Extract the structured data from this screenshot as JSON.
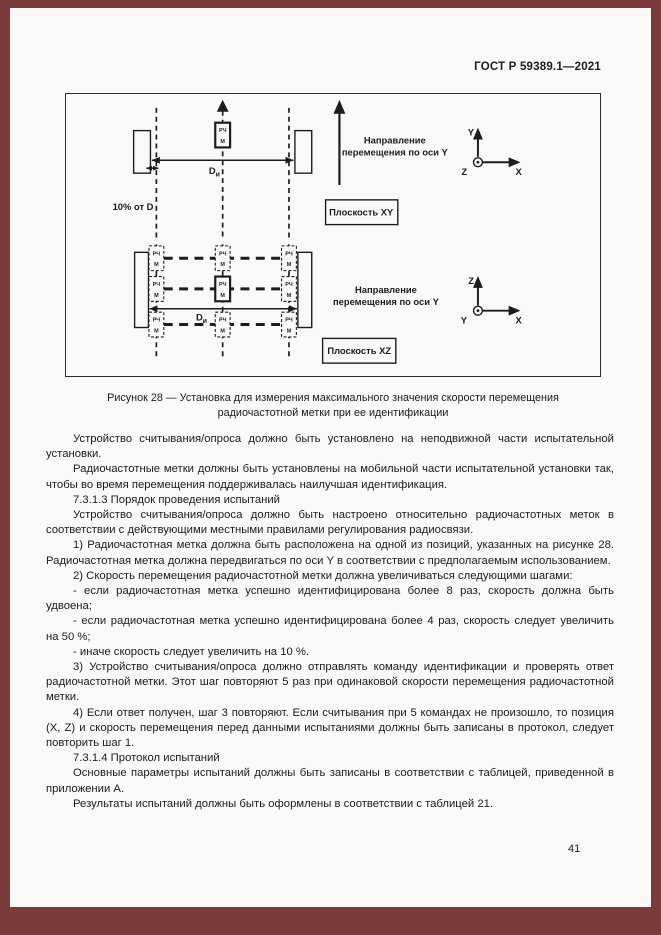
{
  "page": {
    "header": "ГОСТ Р 59389.1—2021",
    "page_number": "41",
    "colors": {
      "viewer_background": "#7b3b3b",
      "paper": "#faf9f7",
      "ink": "#1c1c1c"
    }
  },
  "figure": {
    "caption_line1": "Рисунок 28 — Установка для измерения максимального значения скорости перемещения",
    "caption_line2": "радиочастотной метки при ее идентификации",
    "offset_label": "10% от D",
    "dim_label_main": "D",
    "dim_label_sub": "и",
    "tag": {
      "line1": "РЧ",
      "line2": "М"
    },
    "top_view": {
      "direction_line1": "Направление",
      "direction_line2": "перемещения по оси Y",
      "plane_label": "Плоскость XY",
      "axis_up": "Y",
      "axis_right": "X",
      "axis_depth": "Z"
    },
    "bottom_view": {
      "direction_line1": "Направление",
      "direction_line2": "перемещения по оси Y",
      "plane_label": "Плоскость XZ",
      "axis_up": "Z",
      "axis_right": "X",
      "axis_depth": "Y"
    }
  },
  "content": {
    "paragraphs": [
      "Устройство считывания/опроса должно быть установлено на неподвижной части испытательной установки.",
      "Радиочастотные метки должны быть установлены на мобильной части испытательной установки так, чтобы во время перемещения поддерживалась наилучшая идентификация.",
      "7.3.1.3 Порядок проведения испытаний",
      "Устройство считывания/опроса должно быть настроено относительно радиочастотных меток в соответствии с действующими местными правилами регулирования радиосвязи.",
      "1) Радиочастотная метка должна быть расположена на одной из позиций, указанных на рисунке 28. Радиочастотная метка должна передвигаться по оси Y в соответствии с предполагаемым использованием.",
      "2) Скорость перемещения радиочастотной метки должна увеличиваться следующими шагами:",
      "- если радиочастотная метка успешно идентифицирована более 8 раз, скорость должна быть удвоена;",
      "- если радиочастотная метка успешно идентифицирована более 4 раз, скорость следует увеличить на 50 %;",
      "- иначе скорость следует увеличить на 10 %.",
      "3) Устройство считывания/опроса должно отправлять команду идентификации и проверять ответ радиочастотной метки. Этот шаг повторяют 5 раз при одинаковой скорости перемещения радиочастотной метки.",
      "4) Если ответ получен, шаг 3 повторяют. Если считывания при 5 командах не произошло, то позиция (X, Z) и скорость перемещения перед данными испытаниями должны быть записаны в протокол, следует повторить шаг 1.",
      "7.3.1.4 Протокол испытаний",
      "Основные параметры испытаний должны быть записаны в соответствии с таблицей, приведенной в приложении А.",
      "Результаты испытаний должны быть оформлены в соответствии с таблицей 21."
    ]
  }
}
